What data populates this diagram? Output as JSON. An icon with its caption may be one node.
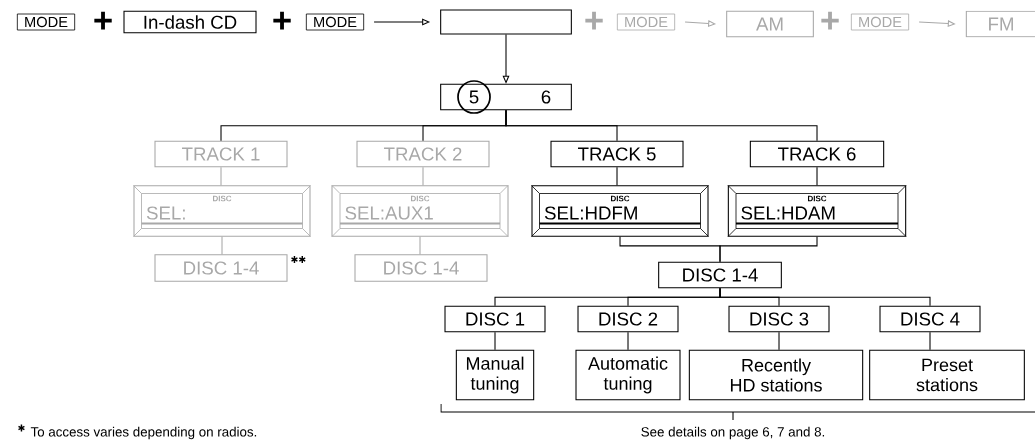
{
  "diagram": {
    "nodes": [
      {
        "text": [
          "MODE"
        ]
      },
      {
        "text": [
          "In-dash CD"
        ]
      },
      {
        "text": [
          "MODE"
        ]
      },
      {
        "text": [],
        "shape": "box"
      },
      {
        "text": [
          "MODE"
        ]
      },
      {
        "text": [
          "AM"
        ]
      },
      {
        "text": [
          "MODE"
        ]
      },
      {
        "text": [
          "FM"
        ]
      },
      {
        "text": [
          "5",
          "6"
        ]
      },
      {
        "text": [
          "TRACK 1"
        ]
      },
      {
        "text": [
          "TRACK 2"
        ]
      },
      {
        "text": [
          "TRACK 5"
        ]
      },
      {
        "text": [
          "TRACK 6"
        ]
      },
      {
        "text": [
          "DISC",
          "SEL:"
        ]
      },
      {
        "text": [
          "DISC",
          "SEL:AUX1"
        ]
      },
      {
        "text": [
          "DISC",
          "SEL:HDFM"
        ]
      },
      {
        "text": [
          "DISC",
          "SEL:HDAM"
        ]
      },
      {
        "text": [
          "DISC 1-4"
        ],
        "beside": [
          "✱✱"
        ]
      },
      {
        "text": [
          "DISC 1-4"
        ]
      },
      {
        "text": [
          "DISC 1-4"
        ]
      },
      {
        "text": [
          "DISC 1"
        ]
      },
      {
        "text": [
          "DISC 2"
        ]
      },
      {
        "text": [
          "DISC 3"
        ]
      },
      {
        "text": [
          "DISC 4"
        ]
      },
      {
        "text": [
          "Manual tuning"
        ]
      },
      {
        "text": [
          "Automatic tuning"
        ]
      },
      {
        "text": [
          "Recently HD stations"
        ]
      },
      {
        "text": [
          "Preset stations"
        ]
      }
    ],
    "edges": [
      {
        "from": 2,
        "to": 3,
        "arrow": "to"
      },
      {
        "from": 4,
        "to": 5,
        "arrow": "to",
        "color": "#a8a8a8"
      },
      {
        "from": 6,
        "to": 7,
        "arrow": "to",
        "color": "#a8a8a8"
      },
      {
        "from": 3,
        "to": 8,
        "arrow": "to"
      },
      {
        "from": 8,
        "to": 9,
        "arrow": "none"
      },
      {
        "from": 8,
        "to": 10,
        "arrow": "none"
      },
      {
        "from": 8,
        "to": 11,
        "arrow": "none"
      },
      {
        "from": 8,
        "to": 12,
        "arrow": "none"
      },
      {
        "from": 9,
        "to": 13,
        "arrow": "none",
        "color": "#a8a8a8"
      },
      {
        "from": 10,
        "to": 14,
        "arrow": "none",
        "color": "#a8a8a8"
      },
      {
        "from": 11,
        "to": 15,
        "arrow": "none"
      },
      {
        "from": 12,
        "to": 16,
        "arrow": "none"
      },
      {
        "from": 13,
        "to": 17,
        "arrow": "none",
        "color": "#a8a8a8"
      },
      {
        "from": 14,
        "to": 18,
        "arrow": "none",
        "color": "#a8a8a8"
      },
      {
        "from": 15,
        "to": 19,
        "arrow": "none"
      },
      {
        "from": 16,
        "to": 19,
        "arrow": "none"
      },
      {
        "from": 19,
        "to": 20,
        "arrow": "none"
      },
      {
        "from": 19,
        "to": 21,
        "arrow": "none"
      },
      {
        "from": 19,
        "to": 22,
        "arrow": "none"
      },
      {
        "from": 19,
        "to": 23,
        "arrow": "none"
      },
      {
        "from": 20,
        "to": 24,
        "arrow": "none"
      },
      {
        "from": 21,
        "to": 25,
        "arrow": "none"
      },
      {
        "from": 22,
        "to": 26,
        "arrow": "none"
      },
      {
        "from": 23,
        "to": 27,
        "arrow": "none"
      }
    ],
    "labels": [
      "+",
      "+",
      "+",
      "+",
      "See details on page 6, 7 and 8.",
      "✱",
      "To access varies depending on radios."
    ]
  }
}
